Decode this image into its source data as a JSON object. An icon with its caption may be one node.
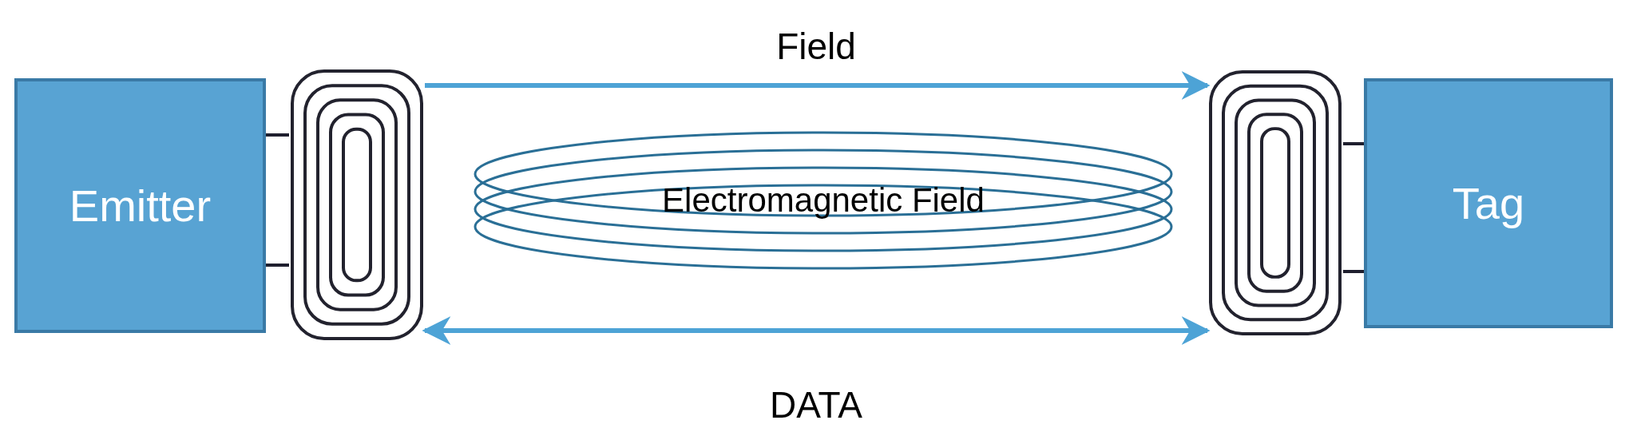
{
  "diagram": {
    "nodes": [
      {
        "text": [
          "Emitter"
        ]
      },
      {
        "text": [],
        "shape": "coil"
      },
      {
        "text": [
          "Electromagnetic Field"
        ]
      },
      {
        "text": [],
        "shape": "coil"
      },
      {
        "text": [
          "Tag"
        ]
      }
    ],
    "edges": [
      {
        "from": 0,
        "to": 1,
        "arrow": "none"
      },
      {
        "from": 0,
        "to": 1,
        "arrow": "none"
      },
      {
        "from": 3,
        "to": 4,
        "arrow": "none"
      },
      {
        "from": 3,
        "to": 4,
        "arrow": "none"
      },
      {
        "from": 1,
        "to": 3,
        "arrow": "to",
        "label": "Field",
        "color": "#4da3d6"
      },
      {
        "from": 1,
        "to": 3,
        "arrow": "both",
        "label": "DATA",
        "color": "#4da3d6"
      }
    ]
  }
}
